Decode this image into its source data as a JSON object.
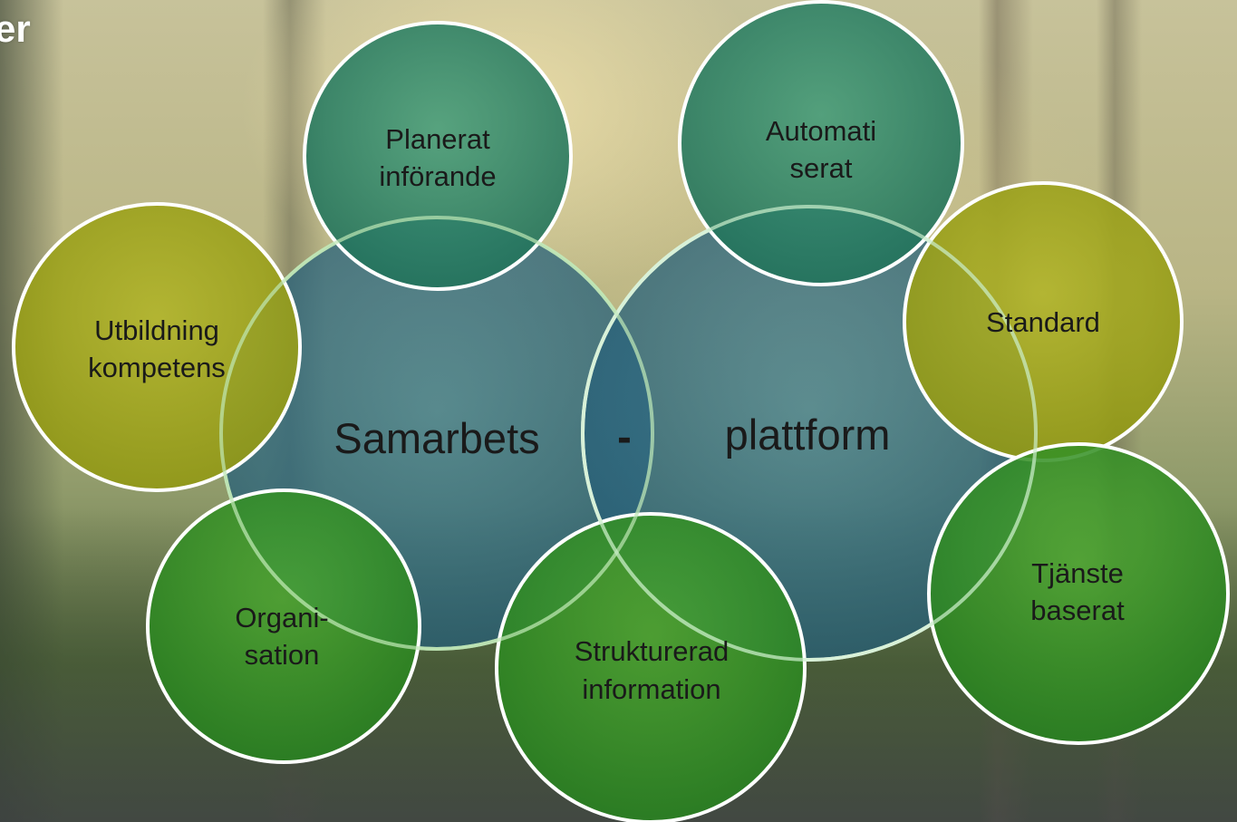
{
  "slide_title": "er",
  "center": {
    "left_word": "Samarbets",
    "dash": "-",
    "right_word": "plattform"
  },
  "satellites": {
    "planerat": {
      "line1": "Planerat",
      "line2": "införande"
    },
    "automatiserat": {
      "line1": "Automati",
      "line2": "serat"
    },
    "utbildning": {
      "line1": "Utbildning",
      "line2": "kompetens"
    },
    "standard": {
      "line1": "Standard"
    },
    "organisation": {
      "line1": "Organi-",
      "line2": "sation"
    },
    "strukturerad": {
      "line1": "Strukturerad",
      "line2": "information"
    },
    "tjanste": {
      "line1": "Tjänste",
      "line2": "baserat"
    }
  },
  "colors": {
    "center_fill": "#2f6d86",
    "teal_green": "#2f8a6a",
    "olive": "#9aa21e",
    "green": "#3b9a2a",
    "stroke": "#ffffff"
  }
}
